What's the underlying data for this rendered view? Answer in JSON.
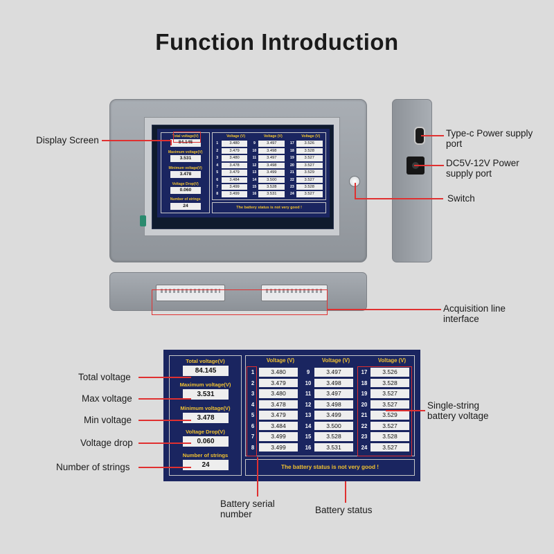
{
  "title": "Function Introduction",
  "colors": {
    "panel_bg": "#1a2560",
    "label_yellow": "#f2c230",
    "callout_red": "#e03030"
  },
  "callouts_top": {
    "display_screen": "Display Screen",
    "typec_port": "Type-c Power supply port",
    "dc_port": "DC5V-12V Power supply port",
    "switch": "Switch",
    "acquisition": "Acquisition line interface"
  },
  "callouts_bottom": {
    "total_voltage": "Total voltage",
    "max_voltage": "Max voltage",
    "min_voltage": "Min voltage",
    "voltage_drop": "Voltage drop",
    "num_strings": "Number of strings",
    "single_string": "Single-string battery voltage",
    "serial_number": "Battery serial number",
    "battery_status": "Battery status"
  },
  "screen": {
    "total_voltage_label": "Total voltage(V)",
    "total_voltage": "84.145",
    "max_voltage_label": "Maximum voltage(V)",
    "max_voltage": "3.531",
    "min_voltage_label": "Minimum voltage(V)",
    "min_voltage": "3.478",
    "drop_label": "Voltage Drop(V)",
    "drop": "0.060",
    "strings_label": "Number of strings",
    "strings": "24",
    "col_header": "Voltage (V)",
    "status": "The battery status is not very good !",
    "cells": [
      [
        "1",
        "3.480"
      ],
      [
        "2",
        "3.479"
      ],
      [
        "3",
        "3.480"
      ],
      [
        "4",
        "3.478"
      ],
      [
        "5",
        "3.479"
      ],
      [
        "6",
        "3.484"
      ],
      [
        "7",
        "3.499"
      ],
      [
        "8",
        "3.499"
      ],
      [
        "9",
        "3.497"
      ],
      [
        "10",
        "3.498"
      ],
      [
        "11",
        "3.497"
      ],
      [
        "12",
        "3.498"
      ],
      [
        "13",
        "3.499"
      ],
      [
        "14",
        "3.500"
      ],
      [
        "15",
        "3.528"
      ],
      [
        "16",
        "3.531"
      ],
      [
        "17",
        "3.526"
      ],
      [
        "18",
        "3.528"
      ],
      [
        "19",
        "3.527"
      ],
      [
        "20",
        "3.527"
      ],
      [
        "21",
        "3.529"
      ],
      [
        "22",
        "3.527"
      ],
      [
        "23",
        "3.528"
      ],
      [
        "24",
        "3.527"
      ]
    ]
  }
}
